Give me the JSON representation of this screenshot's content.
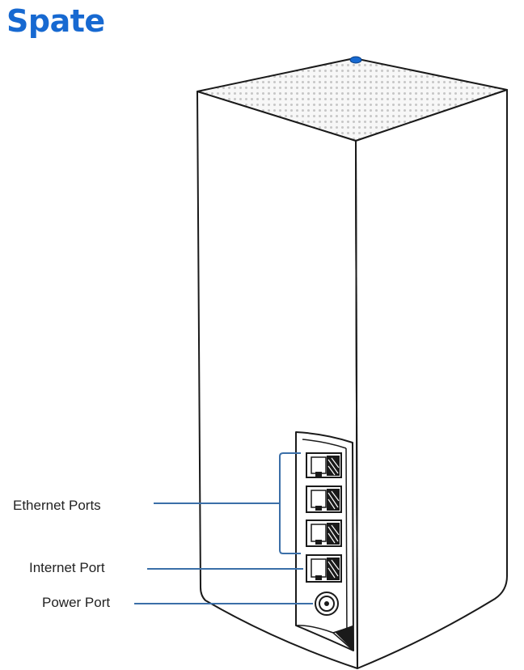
{
  "page": {
    "title": "Spate",
    "accent_color": "#1769d1",
    "callout_color": "#3b6fa8"
  },
  "diagram": {
    "device": "mesh-router-node",
    "led_color": "#1769d1",
    "callouts": [
      {
        "id": "ethernet",
        "label": "Ethernet Ports",
        "port_count": 3
      },
      {
        "id": "internet",
        "label": "Internet Port",
        "port_count": 1
      },
      {
        "id": "power",
        "label": "Power Port",
        "port_count": 1
      }
    ]
  }
}
